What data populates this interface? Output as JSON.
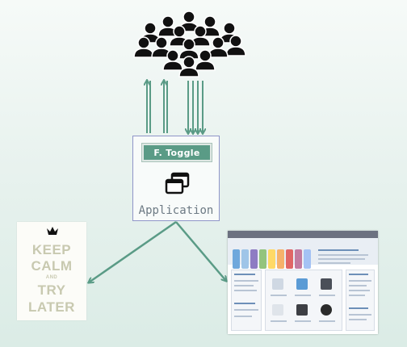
{
  "diagram": {
    "users": {
      "icon": "crowd-of-users-icon"
    },
    "app": {
      "toggle_label": "F. Toggle",
      "label": "Application",
      "icon": "windows-icon"
    },
    "outputs": [
      {
        "name": "keep-calm-card",
        "lines": [
          "KEEP",
          "CALM",
          "AND",
          "TRY",
          "LATER"
        ]
      },
      {
        "name": "store-screenshot",
        "icon": "web-store-page-thumbnail"
      }
    ],
    "colors": {
      "arrow": "#5a9b86",
      "toggle_bg": "#5a9b86",
      "app_border": "#8f95c8",
      "crowd": "#111111",
      "calm_text": "#c8c9b0"
    }
  }
}
